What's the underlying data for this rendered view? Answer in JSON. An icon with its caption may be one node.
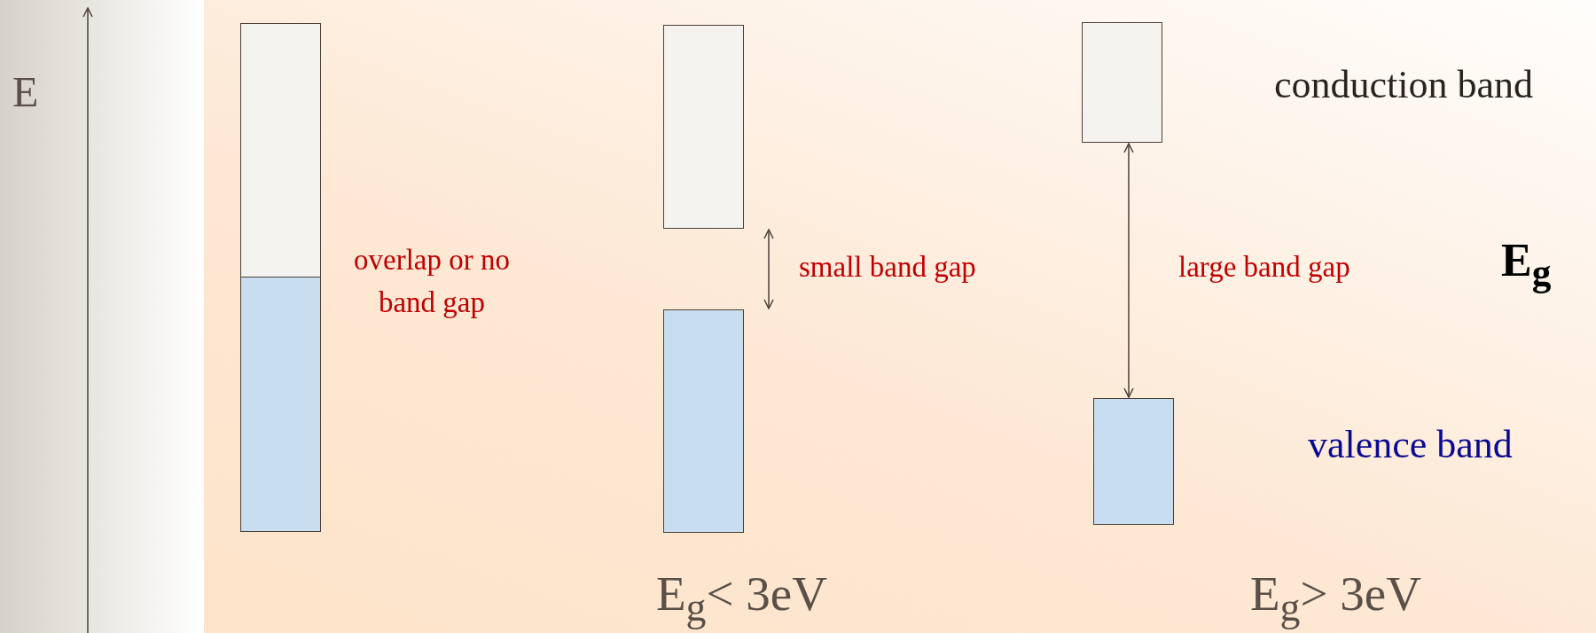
{
  "diagram": {
    "nodes": [
      {
        "text": [],
        "shape": "box"
      },
      {
        "text": [],
        "shape": "box"
      },
      {
        "text": [],
        "shape": "box"
      },
      {
        "text": [],
        "shape": "box"
      },
      {
        "text": [],
        "shape": "box"
      },
      {
        "text": [],
        "shape": "box"
      }
    ],
    "edges": [
      {
        "from": 2,
        "to": 3,
        "arrow": "both",
        "label": "small band gap"
      },
      {
        "from": 4,
        "to": 5,
        "arrow": "both",
        "label": "large band gap"
      }
    ],
    "labels": [
      "E",
      "conduction band",
      "overlap or no band gap",
      "E$_{g}$",
      "valence band",
      "E$_{g}$< 3eV",
      "E$_{g}$> 3eV"
    ]
  }
}
